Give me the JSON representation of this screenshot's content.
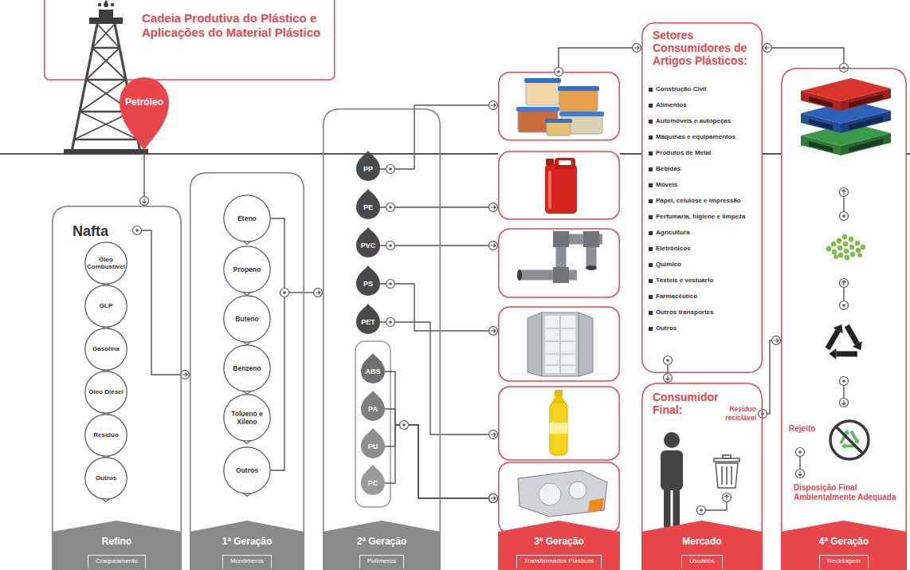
{
  "diagram": {
    "title": "Cadeia Produtiva do Plástico e Aplicações do Material Plástico",
    "nodes": [
      {
        "text": [
          "Petróleo"
        ]
      },
      {
        "text": [
          "Nafta",
          "Refino",
          "Craqueamento"
        ]
      },
      {
        "text": [
          "Óleo Combustível"
        ],
        "in": 1
      },
      {
        "text": [
          "GLP"
        ],
        "in": 1
      },
      {
        "text": [
          "Gasolina"
        ],
        "in": 1
      },
      {
        "text": [
          "Óleo Diesel"
        ],
        "in": 1
      },
      {
        "text": [
          "Resíduo"
        ],
        "in": 1
      },
      {
        "text": [
          "Outros"
        ],
        "in": 1
      },
      {
        "text": [
          "1ª Geração",
          "Monômeros"
        ]
      },
      {
        "text": [
          "Eteno"
        ],
        "in": 8
      },
      {
        "text": [
          "Propeno"
        ],
        "in": 8
      },
      {
        "text": [
          "Buteno"
        ],
        "in": 8
      },
      {
        "text": [
          "Benzeno"
        ],
        "in": 8
      },
      {
        "text": [
          "Tolueno e Xileno"
        ],
        "in": 8
      },
      {
        "text": [
          "Outros"
        ],
        "in": 8
      },
      {
        "text": [
          "2ª Geração",
          "Polímeros"
        ]
      },
      {
        "text": [
          "PP"
        ],
        "in": 15
      },
      {
        "text": [
          "PE"
        ],
        "in": 15
      },
      {
        "text": [
          "PVC"
        ],
        "in": 15
      },
      {
        "text": [
          "PS"
        ],
        "in": 15
      },
      {
        "text": [
          "PET"
        ],
        "in": 15
      },
      {
        "text": [
          "ABS"
        ],
        "in": 15
      },
      {
        "text": [
          "PA"
        ],
        "in": 15
      },
      {
        "text": [
          "PU"
        ],
        "in": 15
      },
      {
        "text": [
          "PC"
        ],
        "in": 15
      },
      {
        "text": [
          "3ª Geração",
          "Transformados Plásticos"
        ]
      },
      {
        "text": [
          "Setores Consumidores de Artigos Plásticos:",
          "Construção Civil",
          "Alimentos",
          "Automóveis e autopeças",
          "Máquinas e equipamentos",
          "Produtos de Metal",
          "Bebidas",
          "Móveis",
          "Papel, celulose e impressão",
          "Perfumaria, higiene e limpeza",
          "Agricultura",
          "Eletrônicos",
          "Químico",
          "Têxteis e vestuário",
          "Farmacêutico",
          "Outros transportes",
          "Outros"
        ]
      },
      {
        "text": [
          "Consumidor Final:",
          "Resíduo reciclável",
          "Mercado",
          "Usuários"
        ]
      },
      {
        "text": [
          "Rejeito",
          "Disposição Final Ambientalmente Adequada",
          "4ª Geração",
          "Reciclagem"
        ]
      }
    ],
    "edges": [
      {
        "from": 0,
        "to": 1,
        "arrow": "to"
      },
      {
        "from": 1,
        "to": 8,
        "arrow": "to"
      },
      {
        "from": 8,
        "to": 15,
        "arrow": "to"
      },
      {
        "from": 16,
        "to": 25,
        "arrow": "to"
      },
      {
        "from": 17,
        "to": 25,
        "arrow": "to"
      },
      {
        "from": 18,
        "to": 25,
        "arrow": "to"
      },
      {
        "from": 19,
        "to": 25,
        "arrow": "to"
      },
      {
        "from": 20,
        "to": 25,
        "arrow": "to"
      },
      {
        "from": 21,
        "to": 25,
        "arrow": "to"
      },
      {
        "from": 22,
        "to": 25,
        "arrow": "to"
      },
      {
        "from": 23,
        "to": 25,
        "arrow": "to"
      },
      {
        "from": 24,
        "to": 25,
        "arrow": "to"
      },
      {
        "from": 25,
        "to": 26,
        "arrow": "to"
      },
      {
        "from": 28,
        "to": 26,
        "arrow": "to"
      },
      {
        "from": 26,
        "to": 27,
        "arrow": "to"
      },
      {
        "from": 27,
        "to": 28,
        "arrow": "to"
      }
    ]
  }
}
